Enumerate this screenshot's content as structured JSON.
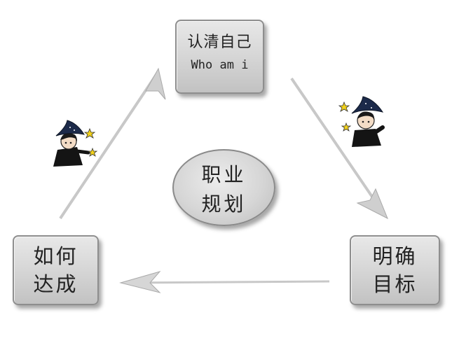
{
  "center": {
    "line1": "职业",
    "line2": "规划"
  },
  "nodes": {
    "top": {
      "line1": "认清自己",
      "line2": "Who am i"
    },
    "right": {
      "line1": "明确",
      "line2": "目标"
    },
    "left": {
      "line1": "如何",
      "line2": "达成"
    }
  },
  "colors": {
    "arrow": "#c8c8c8",
    "box_border": "#8e8e8e",
    "hat": "#1c2a4a",
    "star": "#f3d21a"
  },
  "icons": [
    "wizard-character-icon",
    "star-icon",
    "arrow-icon"
  ]
}
